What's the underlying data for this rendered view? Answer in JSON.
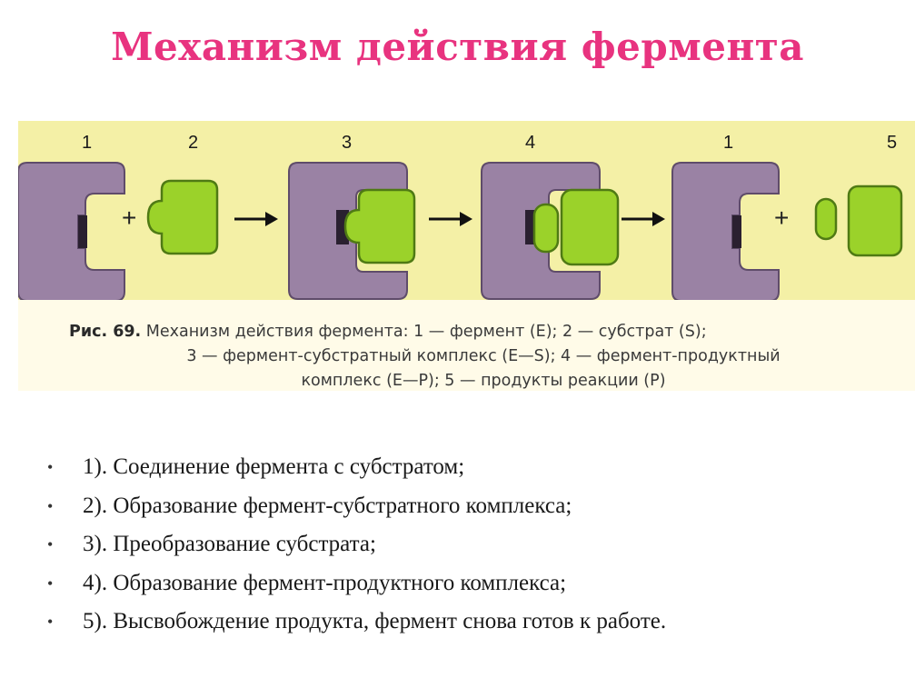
{
  "title": "Механизм действия фермента",
  "figure": {
    "stage_numbers": [
      "1",
      "2",
      "3",
      "4",
      "1",
      "5"
    ],
    "operators": {
      "plus": "+",
      "arrow": "→"
    },
    "caption": {
      "lead": "Рис. 69.",
      "line1": "Механизм действия фермента: 1 — фермент (E); 2 — субстрат (S);",
      "line2": "3 — фермент-субстратный комплекс (E—S); 4 — фермент-продуктный",
      "line3": "комплекс (E—P); 5 — продукты реакции (P)"
    },
    "colors": {
      "enzyme": "#9a82a4",
      "enzyme_shadow": "#6d5a78",
      "substrate": "#9bd22a",
      "substrate_edge": "#5d8a1b",
      "band": "#f4f0a6",
      "title": "#e8337f"
    }
  },
  "steps": [
    {
      "bullet": "•",
      "text": "1). Соединение фермента с субстратом;"
    },
    {
      "bullet": "•",
      "text": "2). Образование фермент-субстратного комплекса;"
    },
    {
      "bullet": "•",
      "text": "3). Преобразование субстрата;"
    },
    {
      "bullet": "•",
      "text": "4). Образование фермент-продуктного комплекса;"
    },
    {
      "bullet": "•",
      "text": "5). Высвобождение продукта, фермент снова готов к работе."
    }
  ]
}
